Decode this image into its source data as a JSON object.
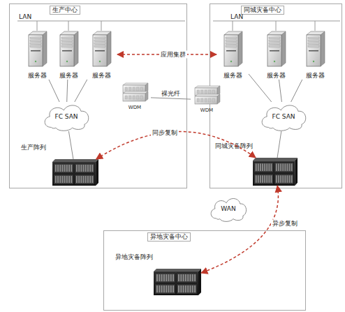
{
  "diagram": {
    "nodes": [
      {
        "text": [
          "生产中心"
        ]
      },
      {
        "text": [
          "服务器"
        ],
        "in": 0
      },
      {
        "text": [
          "服务器"
        ],
        "in": 0
      },
      {
        "text": [
          "服务器"
        ],
        "in": 0
      },
      {
        "text": [
          "FC SAN"
        ],
        "in": 0
      },
      {
        "text": [
          "生产阵列"
        ],
        "in": 0
      },
      {
        "text": [
          "同城灾备中心"
        ]
      },
      {
        "text": [
          "服务器"
        ],
        "in": 6
      },
      {
        "text": [
          "服务器"
        ],
        "in": 6
      },
      {
        "text": [
          "服务器"
        ],
        "in": 6
      },
      {
        "text": [
          "FC SAN"
        ],
        "in": 6
      },
      {
        "text": [
          "同城灾备阵列"
        ],
        "in": 6
      },
      {
        "text": [
          "WDM"
        ]
      },
      {
        "text": [
          "WDM"
        ]
      },
      {
        "text": [
          "WAN"
        ]
      },
      {
        "text": [
          "异地灾备中心"
        ]
      },
      {
        "text": [
          "异地灾备阵列"
        ],
        "in": 15
      }
    ],
    "edges": [
      {
        "from": 3,
        "to": 7,
        "label": "应用集群",
        "arrow": "both"
      },
      {
        "from": 12,
        "to": 13,
        "label": "裸光纤",
        "arrow": "none"
      },
      {
        "from": 5,
        "to": 11,
        "label": "同步复制",
        "arrow": "both"
      },
      {
        "from": 11,
        "to": 16,
        "label": "异步复制",
        "arrow": "both"
      },
      {
        "from": 1,
        "to": 4,
        "arrow": "none"
      },
      {
        "from": 2,
        "to": 4,
        "arrow": "none"
      },
      {
        "from": 3,
        "to": 4,
        "arrow": "none"
      },
      {
        "from": 4,
        "to": 5,
        "arrow": "none"
      },
      {
        "from": 7,
        "to": 10,
        "arrow": "none"
      },
      {
        "from": 8,
        "to": 10,
        "arrow": "none"
      },
      {
        "from": 9,
        "to": 10,
        "arrow": "none"
      },
      {
        "from": 10,
        "to": 11,
        "arrow": "none"
      }
    ],
    "labels": [
      "LAN",
      "LAN"
    ]
  }
}
